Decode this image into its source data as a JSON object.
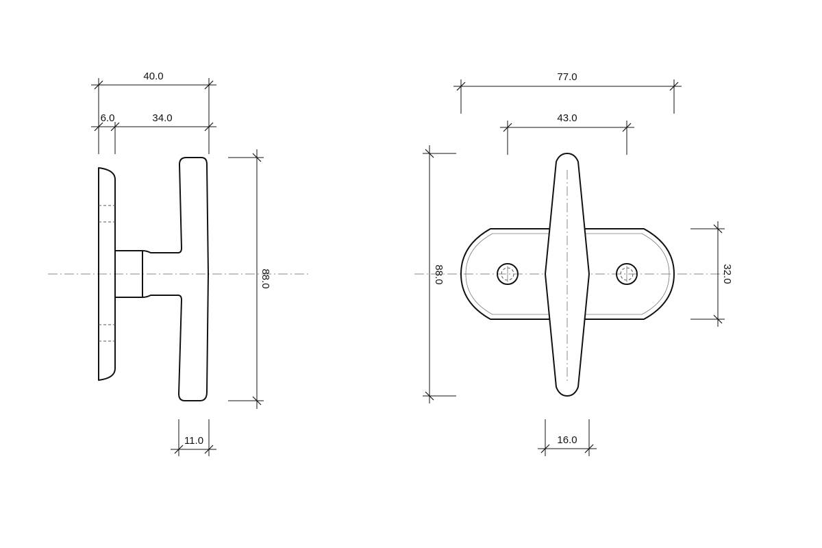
{
  "dimensions": {
    "side_width_total": "40.0",
    "side_flange": "6.0",
    "side_body": "34.0",
    "side_height": "88.0",
    "side_grip": "11.0",
    "front_plate_width": "77.0",
    "front_hole_spacing": "43.0",
    "front_height": "88.0",
    "front_plate_height": "32.0",
    "front_grip": "16.0"
  },
  "colors": {
    "line": "#111111",
    "centerline": "#8a8a8a",
    "background": "#ffffff"
  }
}
